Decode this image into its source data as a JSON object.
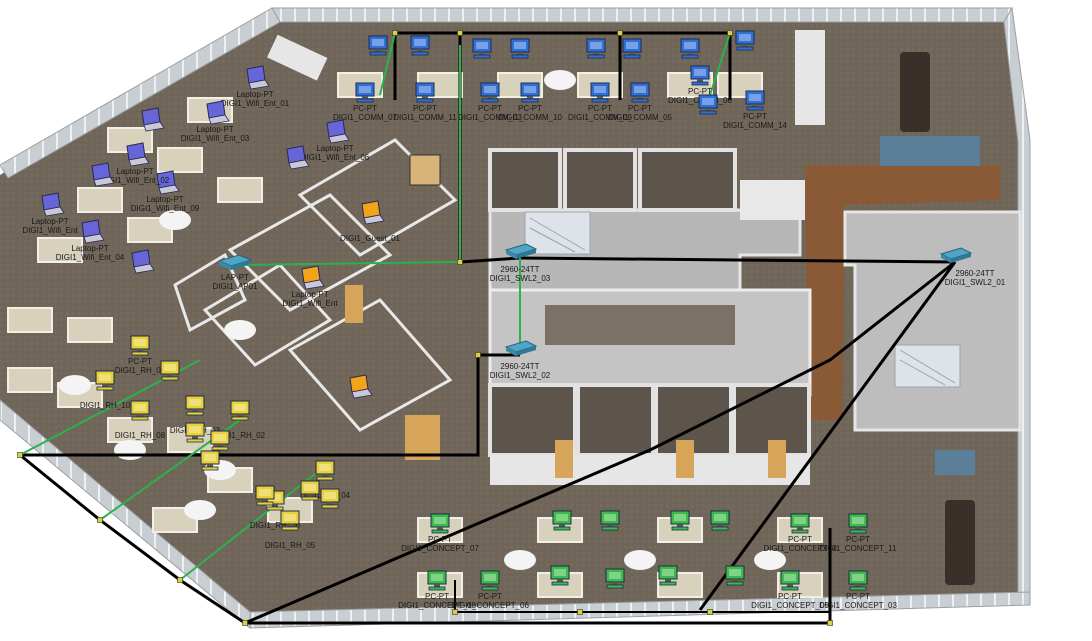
{
  "title": "",
  "colors": {
    "background": "#ffffff",
    "floor": "#6f6558",
    "wall": "#d9d9d9",
    "wood_floor": "#8a5a36",
    "blue_accent_wall": "#5b7f99",
    "cable_copper": "#000000",
    "cable_fiber": "#2bb24c",
    "pc_comm": "#2f6fd6",
    "laptop_wifi": "#6666d9",
    "laptop_guest": "#f2a418",
    "pc_rh": "#e8d036",
    "pc_concept": "#3dbb4a",
    "switch": "#4da6c8"
  },
  "switches": [
    {
      "model": "2960-24TT",
      "name": "DIGI1_SWL2_03"
    },
    {
      "model": "2960-24TT",
      "name": "DIGI1_SWL2_02"
    },
    {
      "model": "2960-24TT",
      "name": "DIGI1_SWL2_01"
    }
  ],
  "access_point": {
    "model": "LAP-PT",
    "name": "DIGI1_AP01"
  },
  "comm_pcs": [
    {
      "type": "PC-PT",
      "name": "DIGI1_COMM_07"
    },
    {
      "type": "PC-PT",
      "name": "DIGI1_COMM_11"
    },
    {
      "type": "PC-PT",
      "name": "DIGI1_COMM_03"
    },
    {
      "type": "PC-PT",
      "name": "DIGI1_COMM_10"
    },
    {
      "type": "PC-PT",
      "name": "DIGI1_COMM_09"
    },
    {
      "type": "PC-PT",
      "name": "DIGI1_COMM_05"
    },
    {
      "type": "PC-PT",
      "name": "DIGI1_COMM_06"
    },
    {
      "type": "PC-PT",
      "name": "DIGI1_COMM_14"
    }
  ],
  "wifi_laptops": [
    {
      "type": "Laptop-PT",
      "name": "DIGI1_Wifi_Ent_01"
    },
    {
      "type": "Laptop-PT",
      "name": "DIGI1_Wifi_Ent_03"
    },
    {
      "type": "Laptop-PT",
      "name": "DIGI1_Wifi_Ent_06"
    },
    {
      "type": "Laptop-PT",
      "name": "DIGI1_Wifi_Ent_09"
    },
    {
      "type": "Laptop-PT",
      "name": "DIGI1_Wifi_Ent_02"
    },
    {
      "type": "Laptop-PT",
      "name": "DIGI1_Wifi_Ent_04"
    },
    {
      "type": "Laptop-PT",
      "name": "DIGI1_Wifi_Ent"
    }
  ],
  "guest_laptops": [
    {
      "type": "",
      "name": "DIGI1_Guest_01"
    },
    {
      "type": "Laptop-PT",
      "name": "DIGI1_Wifi_Ent"
    }
  ],
  "rh_pcs": [
    {
      "type": "PC-PT",
      "name": "DIGI1_RH_07"
    },
    {
      "type": "",
      "name": "DIGI1_RH_10"
    },
    {
      "type": "",
      "name": "DIGI1_RH_03"
    },
    {
      "type": "",
      "name": "DIGI1_RH_08"
    },
    {
      "type": "",
      "name": "DIGI1_RH_02"
    },
    {
      "type": "",
      "name": "DIGI1_RH_06"
    },
    {
      "type": "",
      "name": "DIGI1_RH_05"
    },
    {
      "type": "",
      "name": "DIGI1_RH_04"
    }
  ],
  "concept_pcs": [
    {
      "type": "PC-PT",
      "name": "DIGI1_CONCEPT_07"
    },
    {
      "type": "PC-PT",
      "name": "DIGI1_CONCEPT_0"
    },
    {
      "type": "PC-PT",
      "name": "DIGI1_CONCEPT_11"
    },
    {
      "type": "PC-PT",
      "name": "DIGI1_CONCEPT_08"
    },
    {
      "type": "PC-PT",
      "name": "DIGI1_CONCEPT_06"
    },
    {
      "type": "PC-PT",
      "name": "DIGI1_CONCEPT_05"
    },
    {
      "type": "PC-PT",
      "name": "DIGI1_CONCEPT_03"
    }
  ]
}
